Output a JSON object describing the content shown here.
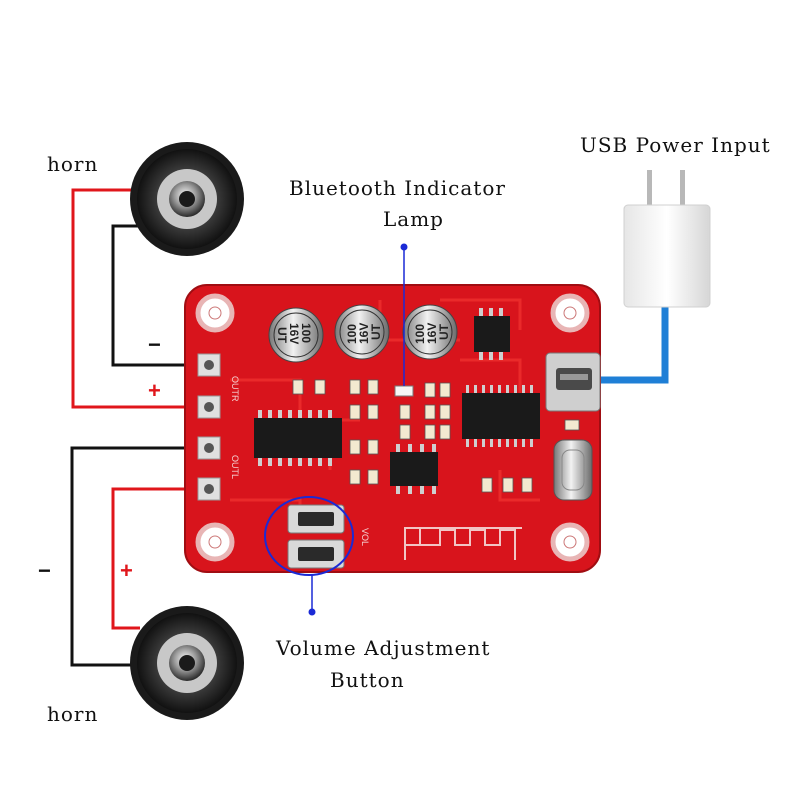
{
  "labels": {
    "horn_top": "horn",
    "horn_bottom": "horn",
    "usb_power": "USB Power Input",
    "bt_line1": "Bluetooth Indicator",
    "bt_line2": "Lamp",
    "vol_line1": "Volume Adjustment",
    "vol_line2": "Button"
  },
  "signs": {
    "top_minus": "−",
    "top_plus": "+",
    "bottom_minus": "−",
    "bottom_plus": "+"
  },
  "board": {
    "silk_outr": "OUTR",
    "silk_outl": "OUTL",
    "silk_vol": "VOL",
    "capacitors": [
      {
        "value": "100",
        "voltage": "16V",
        "code": "UT"
      },
      {
        "value": "100",
        "voltage": "16V",
        "code": "UT"
      },
      {
        "value": "100",
        "voltage": "16V",
        "code": "UT"
      }
    ]
  },
  "colors": {
    "board": "#d8141c",
    "wire_red": "#e0161b",
    "wire_black": "#111111",
    "usb_cable": "#1f7fd6",
    "callout_blue": "#1a2ad6"
  }
}
